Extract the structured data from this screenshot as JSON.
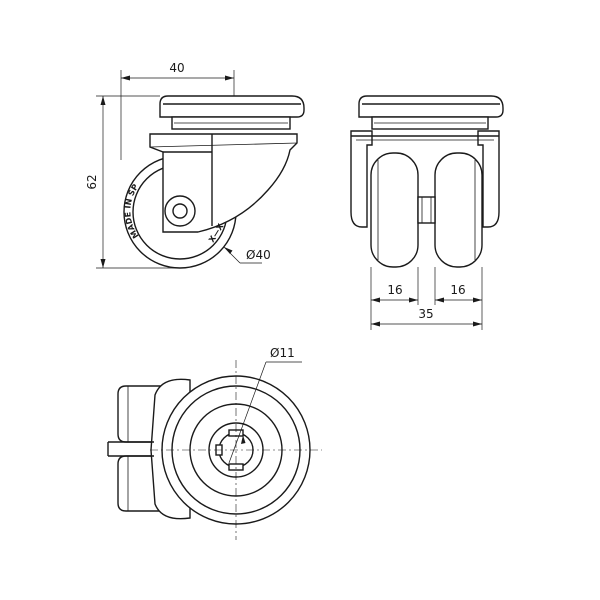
{
  "dimensions": {
    "overall_width": "40",
    "overall_height": "62",
    "wheel_diameter": "Ø40",
    "wheel_width_left": "16",
    "wheel_width_right": "16",
    "total_width": "35",
    "bolt_hole_diameter": "Ø11"
  },
  "wheel_marking": {
    "text": "MADE IN SP",
    "brand": "X—X"
  },
  "colors": {
    "line": "#1a1a1a",
    "background": "#ffffff"
  }
}
